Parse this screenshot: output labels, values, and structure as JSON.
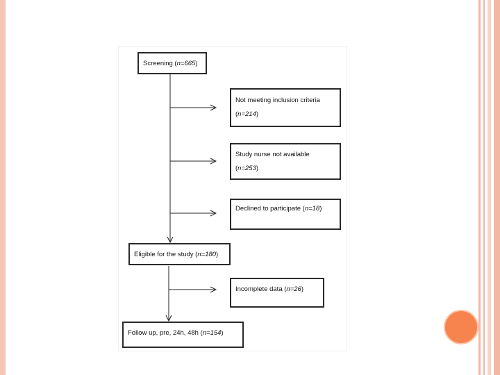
{
  "flowchart": {
    "screening": {
      "label": "Screening (",
      "n": "n=665",
      "close": ")"
    },
    "excl_inclusion": {
      "line1": "Not meeting  inclusion criteria",
      "line2_open": "(",
      "n": "n=214",
      "line2_close": ")"
    },
    "excl_nurse": {
      "line1": "Study nurse not available",
      "line2_open": "(",
      "n": "n=253",
      "line2_close": ")"
    },
    "excl_declined": {
      "label": "Declined to participate (",
      "n": "n=18",
      "close": ")"
    },
    "eligible": {
      "label": "Eligible for the study (",
      "n": "n=180",
      "close": ")"
    },
    "excl_incomplete": {
      "label": "Incomplete data (",
      "n": "n=26",
      "close": ")"
    },
    "followup": {
      "label": "Follow up, pre, 24h, 48h (",
      "n": "n=154",
      "close": ")"
    }
  },
  "colors": {
    "accent_dot": "#f7844f",
    "frame": "#f3b8a3"
  }
}
